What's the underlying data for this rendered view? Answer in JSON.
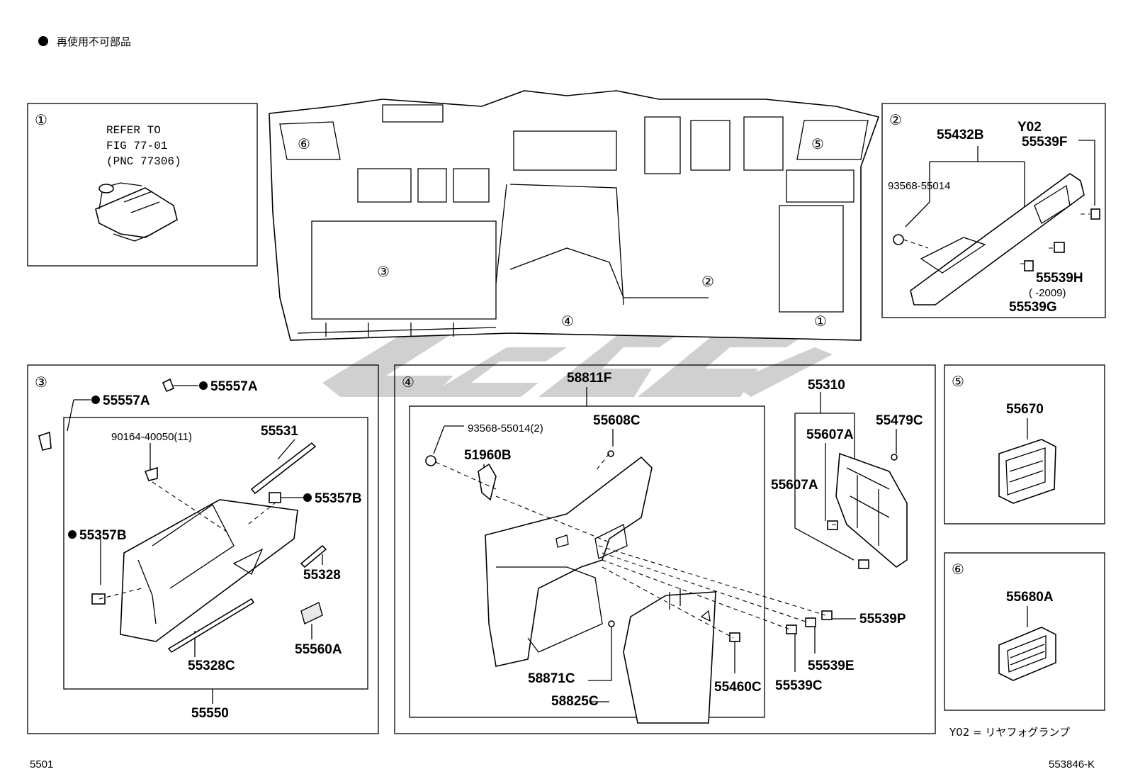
{
  "legend": {
    "dot_text": "再使用不可部品"
  },
  "footer": {
    "left_code": "5501",
    "right_code": "553846-K",
    "note": "Y02 = リヤフォグランプ"
  },
  "callouts": [
    "①",
    "②",
    "③",
    "④",
    "⑤",
    "⑥"
  ],
  "box1": {
    "refer_lines": [
      "REFER TO",
      "FIG 77-01",
      "(PNC 77306)"
    ]
  },
  "box2": {
    "labels": [
      "55432B",
      "Y02",
      "55539F",
      "93568-55014",
      "55539H",
      "(    -2009)",
      "55539G"
    ]
  },
  "box3": {
    "labels": [
      "55557A",
      "55557A",
      "90164-40050(11)",
      "55531",
      "55357B",
      "55357B",
      "55328",
      "55328C",
      "55560A",
      "55550"
    ]
  },
  "box4": {
    "labels": [
      "58811F",
      "93568-55014(2)",
      "55608C",
      "51960B",
      "55310",
      "55607A",
      "55479C",
      "55607A",
      "55539P",
      "55539E",
      "55539C",
      "55460C",
      "58871C",
      "58825C"
    ]
  },
  "box5": {
    "labels": [
      "55670"
    ]
  },
  "box6": {
    "labels": [
      "55680A"
    ]
  },
  "colors": {
    "line": "#000000",
    "watermark": "#c8c8c8",
    "background": "#ffffff"
  }
}
